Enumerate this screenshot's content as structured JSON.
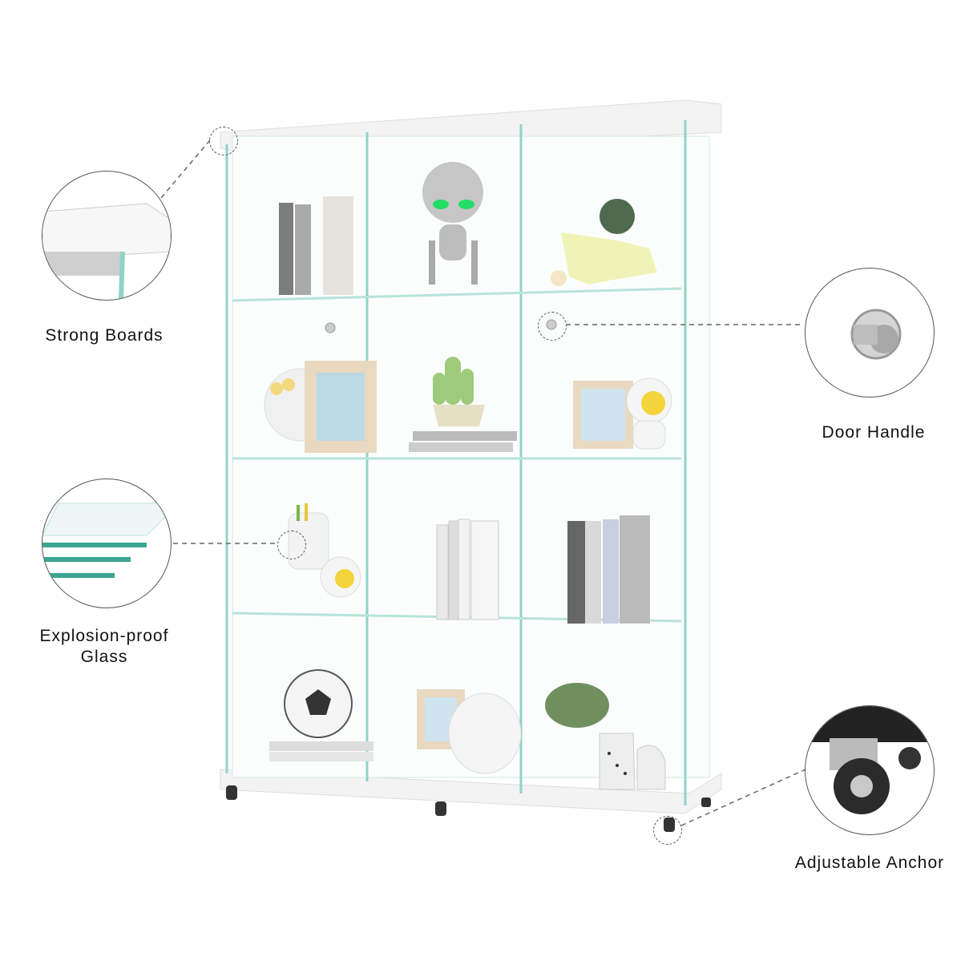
{
  "features": [
    {
      "id": "strong-boards",
      "label": "Strong Boards"
    },
    {
      "id": "door-handle",
      "label": "Door Handle"
    },
    {
      "id": "explosion-proof-glass",
      "label_line1": "Explosion-proof",
      "label_line2": "Glass"
    },
    {
      "id": "adjustable-anchor",
      "label": "Adjustable Anchor"
    }
  ],
  "colors": {
    "glass_edge": "#8fd3c8",
    "board": "#f4f4f4",
    "background": "#ffffff"
  }
}
